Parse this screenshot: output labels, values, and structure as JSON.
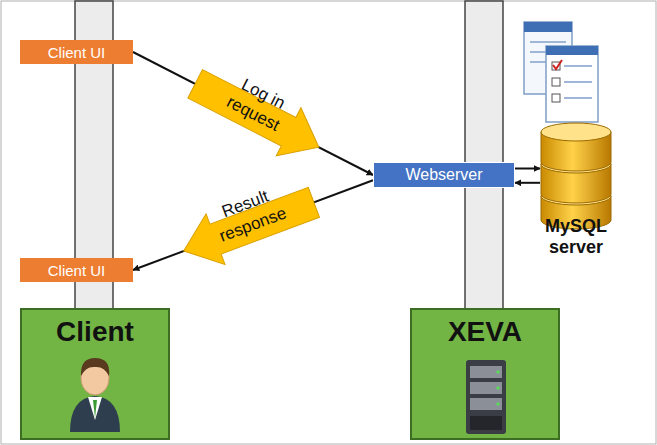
{
  "diagram": {
    "nodes": [
      {
        "text": [
          "Client UI"
        ]
      },
      {
        "text": [
          "Webserver"
        ]
      },
      {
        "text": [
          "MySQL server"
        ]
      },
      {
        "text": [
          "Client UI"
        ]
      },
      {
        "text": [
          "Client"
        ]
      },
      {
        "text": [
          "XEVA"
        ]
      }
    ],
    "edges": [
      {
        "from": 0,
        "to": 1,
        "label": "Log in request",
        "arrow": "to"
      },
      {
        "from": 1,
        "to": 3,
        "label": "Result response",
        "arrow": "to"
      },
      {
        "from": 1,
        "to": 2,
        "arrow": "to"
      },
      {
        "from": 2,
        "to": 1,
        "arrow": "to"
      }
    ]
  }
}
